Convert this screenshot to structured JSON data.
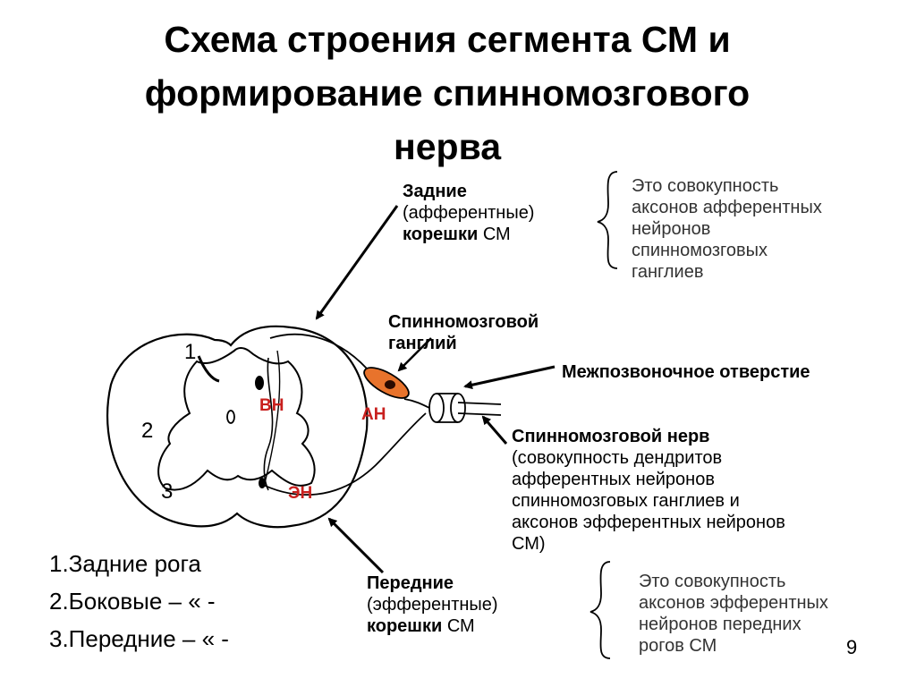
{
  "title": {
    "line1": "Схема строения сегмента СМ и",
    "line2": "формирование спинномозгового",
    "line3": "нерва"
  },
  "dorsal_root": {
    "line1": "Задние",
    "line2": "(афферентные)",
    "line3_bold": "корешки",
    "line3_rest": " СМ"
  },
  "dorsal_definition": {
    "lines": [
      "Это совокупность",
      "аксонов афферентных",
      "нейронов",
      "спинномозговых",
      "ганглиев"
    ]
  },
  "ganglion": {
    "line1": "Спинномозговой",
    "line2": "ганглий"
  },
  "foramen": {
    "label": "Межпозвоночное отверстие"
  },
  "spinal_nerve": {
    "heading": "Спинномозговой нерв",
    "lines": [
      "(совокупность дендритов",
      "афферентных нейронов",
      "спинномозговых ганглиев и",
      "аксонов эфферентных нейронов",
      "СМ)"
    ]
  },
  "ventral_root": {
    "line1": "Передние",
    "line2": "(эфферентные)",
    "line3_bold": "корешки",
    "line3_rest": " СМ"
  },
  "ventral_definition": {
    "lines": [
      "Это совокупность",
      "аксонов эфферентных",
      "нейронов передних",
      "рогов СМ"
    ]
  },
  "neuron_labels": {
    "vn": "ВН",
    "an": "АН",
    "en": "ЭН"
  },
  "horn_numbers": {
    "one": "1",
    "two": "2",
    "three": "3"
  },
  "legend": {
    "item1": "1.Задние рога",
    "item2": "2.Боковые – « -",
    "item3": "3.Передние – « -"
  },
  "page_number": "9",
  "colors": {
    "ganglion_fill": "#e8732c",
    "neuron_label": "#c8201e"
  }
}
